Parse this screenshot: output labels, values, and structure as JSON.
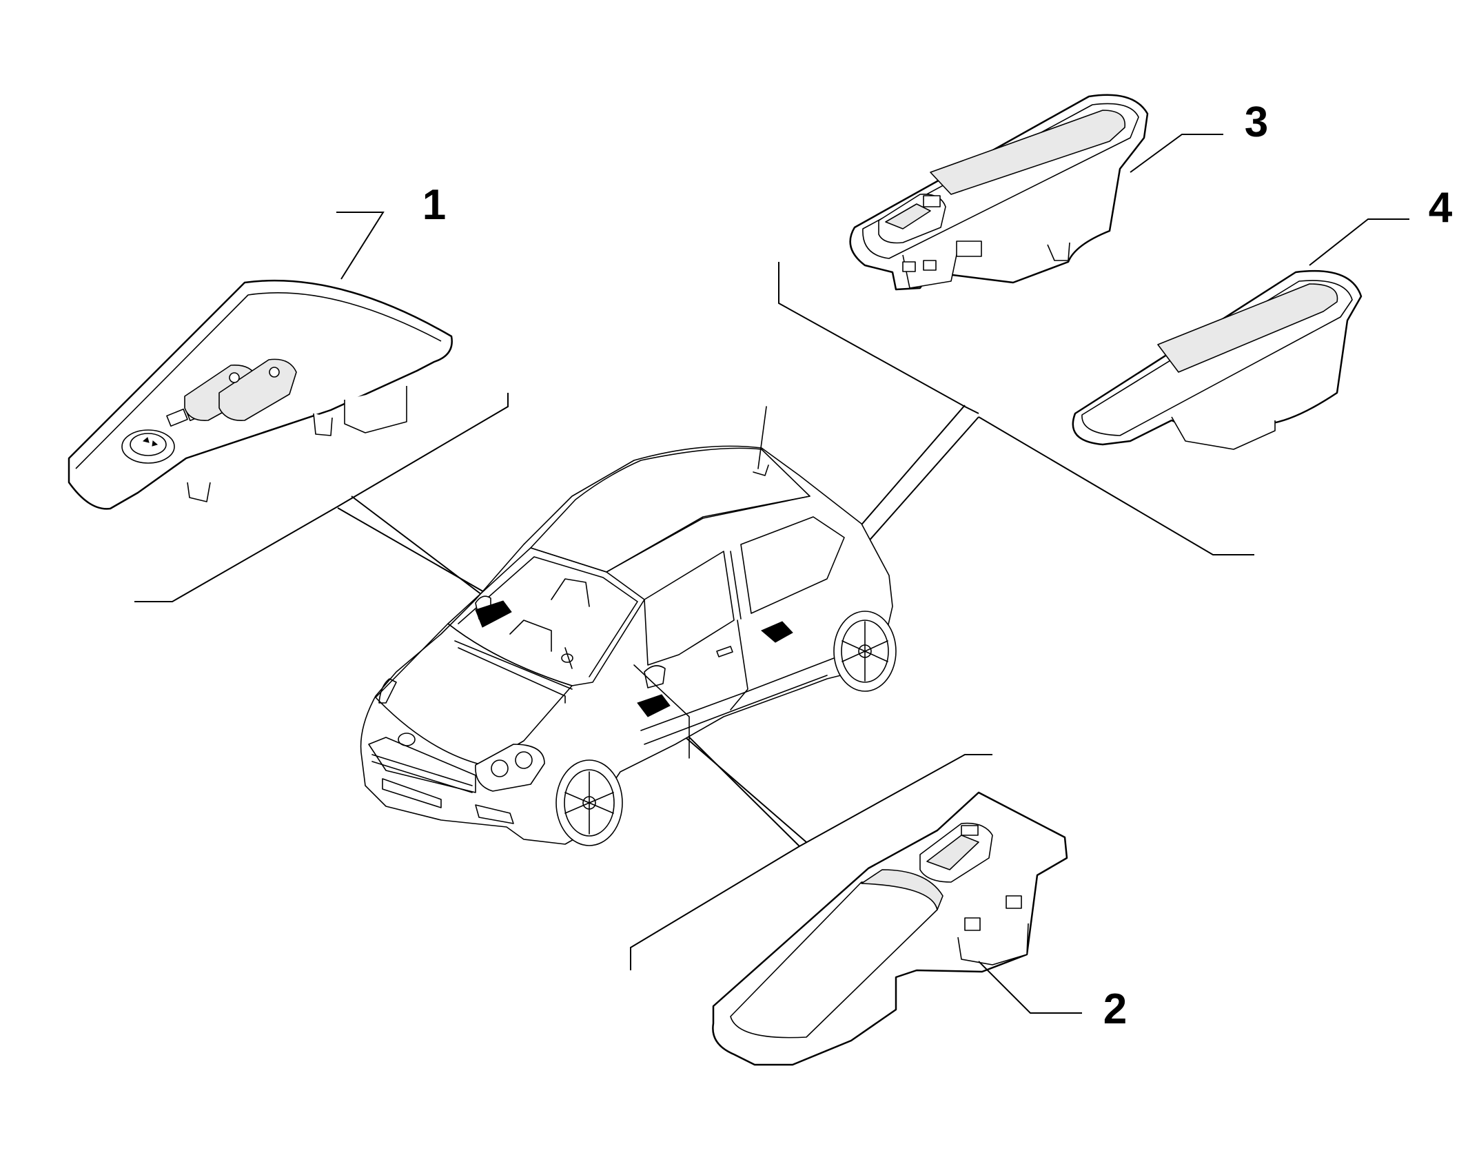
{
  "callouts": [
    {
      "id": "1",
      "label": "1"
    },
    {
      "id": "2",
      "label": "2"
    },
    {
      "id": "3",
      "label": "3"
    },
    {
      "id": "4",
      "label": "4"
    }
  ],
  "icons": {
    "part_1": "driver-window-switch-panel-icon",
    "part_2": "single-window-switch-panel-icon",
    "part_3": "rear-window-switch-with-button-icon",
    "part_4": "blank-window-switch-bezel-icon",
    "vehicle": "hatchback-car-icon"
  },
  "colors": {
    "line": "#000000",
    "background": "#ffffff",
    "shade": "#e9e9e9"
  }
}
